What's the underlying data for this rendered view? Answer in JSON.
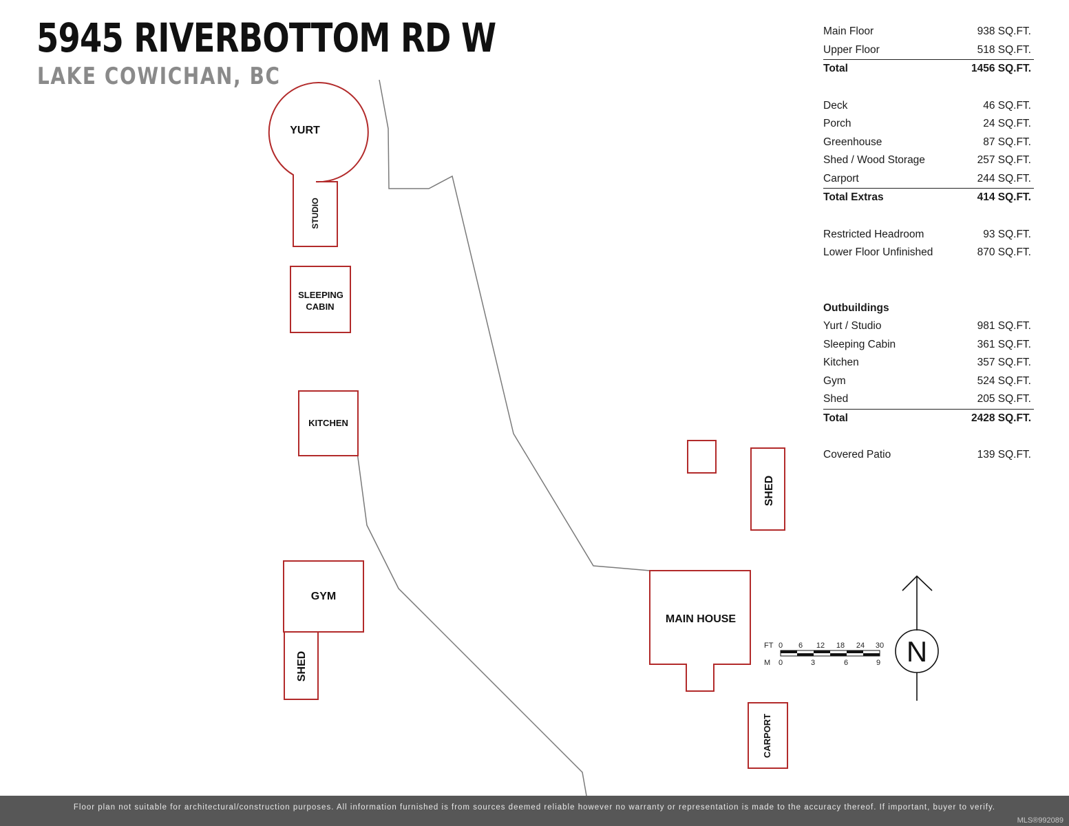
{
  "header": {
    "address": "5945 RIVERBOTTOM RD W",
    "city": "LAKE COWICHAN, BC"
  },
  "buildings": {
    "yurt": "YURT",
    "studio": "STUDIO",
    "sleeping_cabin_line1": "SLEEPING",
    "sleeping_cabin_line2": "CABIN",
    "kitchen": "KITCHEN",
    "gym": "GYM",
    "gym_shed": "SHED",
    "main_house": "MAIN HOUSE",
    "east_shed": "SHED",
    "carport": "CARPORT"
  },
  "scale_bar": {
    "ft_label": "FT",
    "m_label": "M",
    "ft_ticks": [
      "0",
      "6",
      "12",
      "18",
      "24",
      "30"
    ],
    "m_ticks": [
      "0",
      "3",
      "6",
      "9"
    ]
  },
  "compass": {
    "letter": "N"
  },
  "areas": {
    "house": [
      {
        "label": "Main Floor",
        "value": "938 SQ.FT."
      },
      {
        "label": "Upper Floor",
        "value": "518 SQ.FT."
      }
    ],
    "house_total": {
      "label": "Total",
      "value": "1456 SQ.FT."
    },
    "extras": [
      {
        "label": "Deck",
        "value": "46 SQ.FT."
      },
      {
        "label": "Porch",
        "value": "24 SQ.FT."
      },
      {
        "label": "Greenhouse",
        "value": "87 SQ.FT."
      },
      {
        "label": "Shed / Wood Storage",
        "value": "257 SQ.FT."
      },
      {
        "label": "Carport",
        "value": "244 SQ.FT."
      }
    ],
    "extras_total": {
      "label": "Total Extras",
      "value": "414 SQ.FT."
    },
    "other": [
      {
        "label": "Restricted Headroom",
        "value": "93 SQ.FT."
      },
      {
        "label": "Lower Floor Unfinished",
        "value": "870 SQ.FT."
      }
    ],
    "outbuildings_heading": "Outbuildings",
    "outbuildings": [
      {
        "label": "Yurt / Studio",
        "value": "981 SQ.FT."
      },
      {
        "label": "Sleeping Cabin",
        "value": "361 SQ.FT."
      },
      {
        "label": "Kitchen",
        "value": "357 SQ.FT."
      },
      {
        "label": "Gym",
        "value": "524 SQ.FT."
      },
      {
        "label": "Shed",
        "value": "205 SQ.FT."
      }
    ],
    "outbuildings_total": {
      "label": "Total",
      "value": "2428 SQ.FT."
    },
    "patio": {
      "label": "Covered Patio",
      "value": "139 SQ.FT."
    }
  },
  "footer": {
    "disclaimer": "Floor plan not suitable for architectural/construction purposes. All information furnished is from sources deemed reliable however no warranty or representation is made to the accuracy thereof. If important, buyer to verify.",
    "mls": "MLS®992089"
  },
  "colors": {
    "building_outline": "#b22a2a",
    "path_line": "#7a7a7a",
    "footer_bg": "#575757",
    "subtitle": "#8a8a8a"
  }
}
